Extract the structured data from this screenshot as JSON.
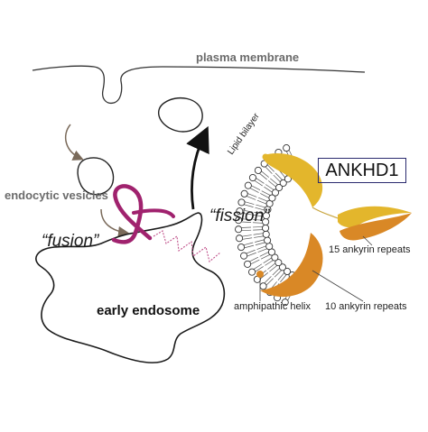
{
  "labels": {
    "plasma_membrane": "plasma membrane",
    "endocytic_vesicles": "endocytic vesicles",
    "fusion": "“fusion”",
    "fission": "“fission”",
    "early_endosome": "early endosome",
    "lipid_bilayer": "Lipid bilayer",
    "protein_name": "ANKHD1",
    "repeats_15": "15 ankyrin repeats",
    "amphipathic_helix": "amphipathic helix",
    "repeats_10": "10 ankyrin repeats"
  },
  "colors": {
    "outline": "#1a1a1a",
    "membrane_label": "#6b6b6b",
    "arrow_gray": "#7a6a5a",
    "ankyrin_gold": "#e3b62c",
    "ankyrin_orange": "#d98826",
    "ribbon_magenta": "#a0226e",
    "zigzag_pink": "#c0508a",
    "box_border": "#2a2a6e"
  }
}
